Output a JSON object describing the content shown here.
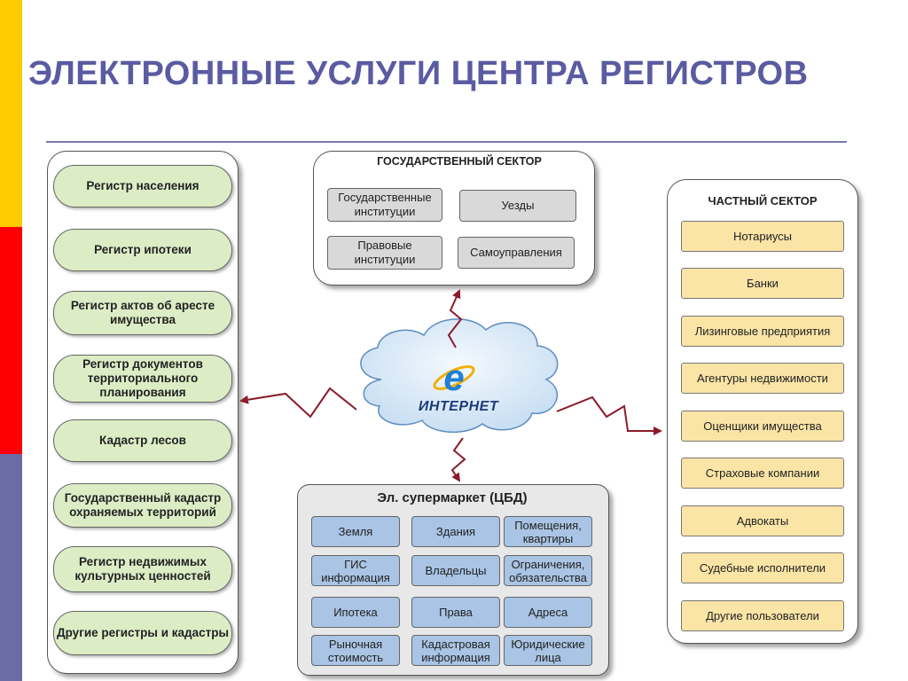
{
  "title": "ЭЛЕКТРОННЫЕ УСЛУГИ ЦЕНТРА РЕГИСТРОВ",
  "registers": [
    "Регистр населения",
    "Регистр ипотеки",
    "Регистр актов об аресте имущества",
    "Регистр документов территориального планирования",
    "Кадастр лесов",
    "Государственный кадастр охраняемых территорий",
    "Регистр недвижимых культурных ценностей",
    "Другие регистры и кадастры"
  ],
  "gov_sector": {
    "heading": "ГОСУДАРСТВЕННЫЙ СЕКТОР",
    "items": [
      "Государственные институции",
      "Уезды",
      "Правовые институции",
      "Самоуправления"
    ]
  },
  "private_sector": {
    "heading": "ЧАСТНЫЙ СЕКТОР",
    "items": [
      "Нотариусы",
      "Банки",
      "Лизинговые предприятия",
      "Агентуры недвижимости",
      "Оценщики имущества",
      "Страховые компании",
      "Адвокаты",
      "Судебные исполнители",
      "Другие пользователи"
    ]
  },
  "supermarket": {
    "heading": "Эл. супермаркет (ЦБД)",
    "items": [
      "Земля",
      "Здания",
      "Помещения, квартиры",
      "ГИС информация",
      "Владельцы",
      "Ограничения, обязательства",
      "Ипотека",
      "Права",
      "Адреса",
      "Рыночная стоимость",
      "Кадастровая информация",
      "Юридические лица"
    ]
  },
  "internet": {
    "label": "ИНТЕРНЕТ",
    "icon": "internet-explorer-icon"
  },
  "colors": {
    "title": "#5B5BA2",
    "register_fill": "#DCEDC6",
    "gov_fill": "#D9D9D9",
    "private_fill": "#FAE4A6",
    "supermarket_fill": "#A9C4E4",
    "arrow": "#8B1A2B"
  }
}
